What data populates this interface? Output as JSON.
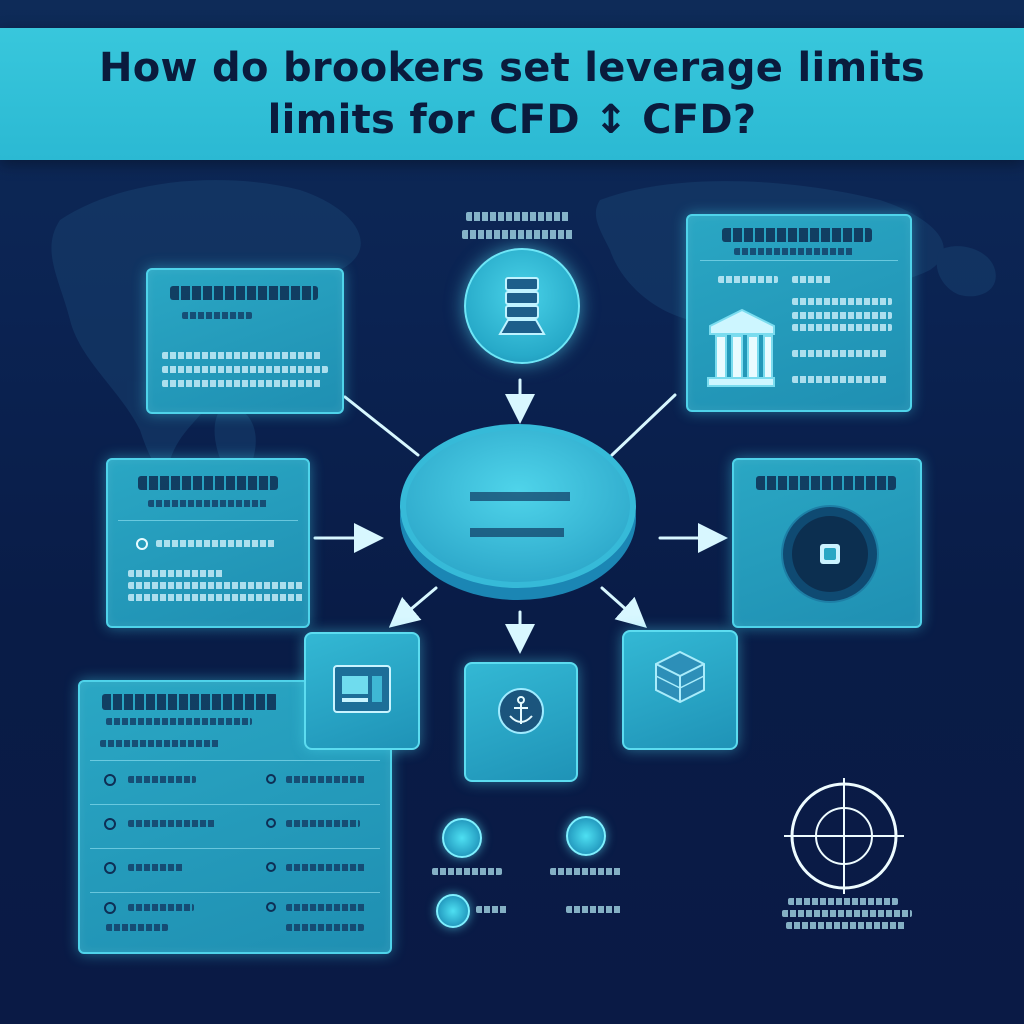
{
  "header": {
    "title_line1": "How do broo​kers set leverage limits",
    "title_line2": "limits for CFD ↕ CFD?"
  },
  "colors": {
    "background": "#0b2352",
    "banner": "#32c1d8",
    "card": "#2aa7c4",
    "glow": "#4fd3ea",
    "text_dark": "#0a1b3d"
  },
  "nodes": {
    "hub_icon": "center-disc",
    "top_icon": "server-stack-icon",
    "right_upper_icon": "pillars-building-icon",
    "right_middle_icon": "target-disc-icon",
    "bottom_left_icon": "chart-window-icon",
    "bottom_center_icon": "anchor-icon",
    "bottom_right_icon": "cube-stack-icon",
    "crosshair_icon": "crosshair-icon"
  }
}
